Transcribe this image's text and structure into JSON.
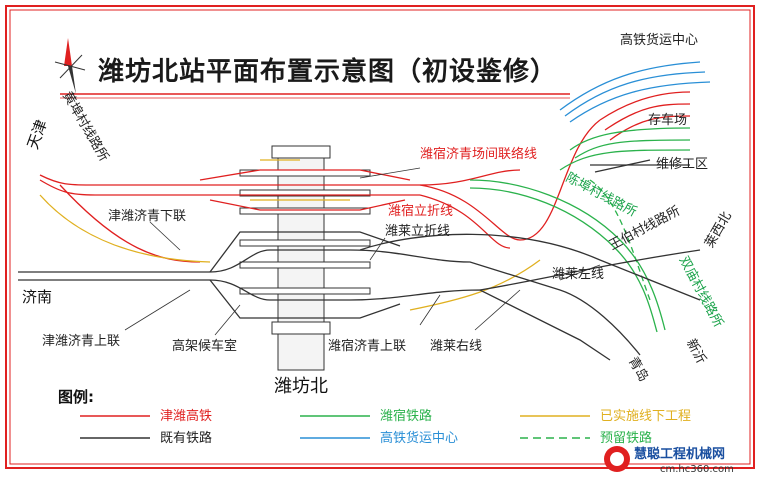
{
  "title": "潍坊北站平面布置示意图（初设鉴修）",
  "labels": {
    "tianjin": "天津",
    "huangbu_line_post": "黄埠村线路所",
    "jinan": "济南",
    "jinwei_xia": "津潍济青下联",
    "jinwei_shang": "津潍济青上联",
    "gaojia": "高架候车室",
    "station": "潍坊北",
    "weisu_shang": "潍宿济青上联",
    "weilai_you": "潍莱右线",
    "qingdao": "青岛",
    "weilai_zuo": "潍莱左线",
    "weilai_lizhe": "潍莱立折线",
    "weisu_lizhe": "潍宿立折线",
    "weisu_changjian": "潍宿济青场间联络线",
    "chenbu_line_post": "陈埠村线路所",
    "wangbo_line_post": "王伯村线路所",
    "laixi": "莱西北",
    "shuangmiao_line_post": "双庙村线路所",
    "linyi": "新沂",
    "freight_center": "高铁货运中心",
    "depot": "存车场",
    "maintenance": "维修工区"
  },
  "legend": {
    "title": "图例:",
    "items": [
      {
        "label": "津潍高铁",
        "color": "#e02020",
        "style": "solid"
      },
      {
        "label": "既有铁路",
        "color": "#333333",
        "style": "solid"
      },
      {
        "label": "潍宿铁路",
        "color": "#2bb24c",
        "style": "solid"
      },
      {
        "label": "高铁货运中心",
        "color": "#2a8fd6",
        "style": "solid"
      },
      {
        "label": "已实施线下工程",
        "color": "#e0b020",
        "style": "solid"
      },
      {
        "label": "预留铁路",
        "color": "#2bb24c",
        "style": "dashed"
      }
    ]
  },
  "watermark": {
    "site": "慧聪工程机械网",
    "url": "cm.hc360.com"
  },
  "colors": {
    "border": "#e02020",
    "red": "#e02020",
    "black": "#333333",
    "green": "#2bb24c",
    "blue": "#2a8fd6",
    "yellow": "#e0b020"
  }
}
